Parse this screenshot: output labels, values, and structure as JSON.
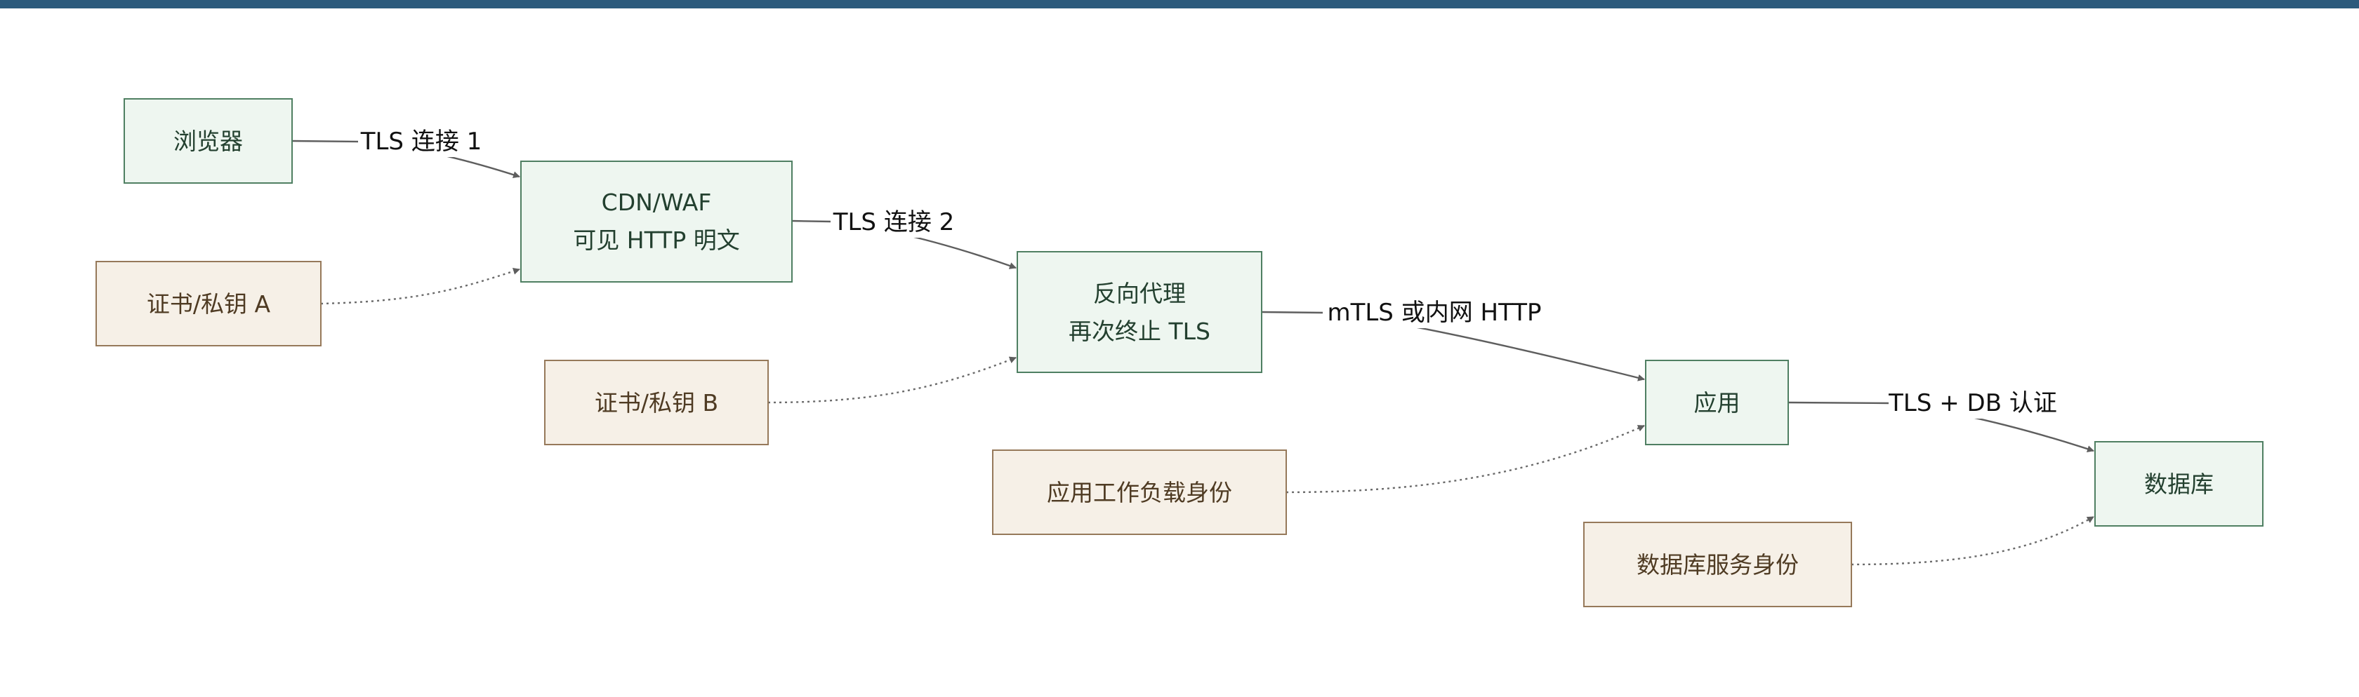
{
  "colors": {
    "top_bar": "#2c5a7c",
    "component_fill": "#eef6f0",
    "component_stroke": "#4f7f62",
    "identity_fill": "#f6f0e7",
    "identity_stroke": "#96795a",
    "edge": "#5e5e5e"
  },
  "nodes": {
    "browser": {
      "lines": [
        "浏览器"
      ]
    },
    "cdn": {
      "lines": [
        "CDN/WAF",
        "可见 HTTP 明文"
      ]
    },
    "proxy": {
      "lines": [
        "反向代理",
        "再次终止 TLS"
      ]
    },
    "app": {
      "lines": [
        "应用"
      ]
    },
    "db": {
      "lines": [
        "数据库"
      ]
    },
    "cert_a": {
      "lines": [
        "证书/私钥 A"
      ]
    },
    "cert_b": {
      "lines": [
        "证书/私钥 B"
      ]
    },
    "app_identity": {
      "lines": [
        "应用工作负载身份"
      ]
    },
    "db_identity": {
      "lines": [
        "数据库服务身份"
      ]
    }
  },
  "edges": {
    "browser_to_cdn": {
      "label": "TLS 连接 1",
      "style": "solid"
    },
    "cdn_to_proxy": {
      "label": "TLS 连接 2",
      "style": "solid"
    },
    "proxy_to_app": {
      "label": "mTLS 或内网 HTTP",
      "style": "solid"
    },
    "app_to_db": {
      "label": "TLS + DB 认证",
      "style": "solid"
    },
    "cert_a_to_cdn": {
      "style": "dotted"
    },
    "cert_b_to_proxy": {
      "style": "dotted"
    },
    "app_identity_to_app": {
      "style": "dotted"
    },
    "db_identity_to_db": {
      "style": "dotted"
    }
  }
}
